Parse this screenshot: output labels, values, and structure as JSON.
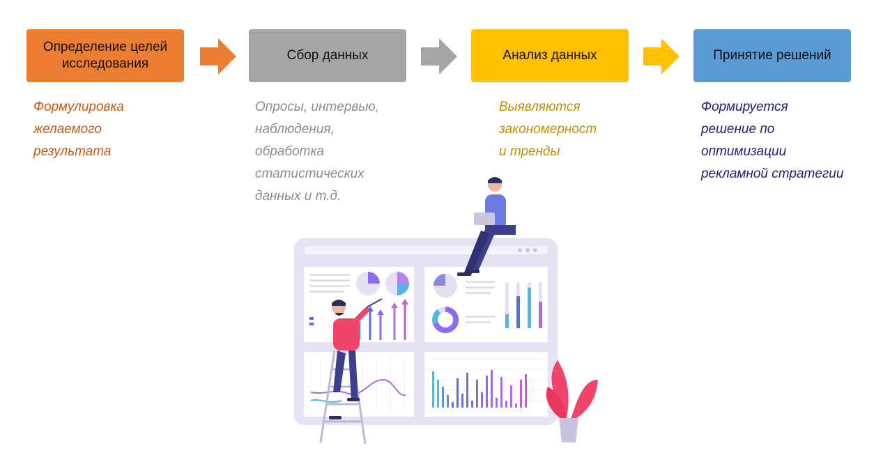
{
  "steps": [
    {
      "label": "Определение целей\nисследования",
      "color": "#ED7D31"
    },
    {
      "label": "Сбор данных",
      "color": "#A5A5A5"
    },
    {
      "label": "Анализ данных",
      "color": "#FFC000"
    },
    {
      "label": "Принятие решений",
      "color": "#5B9BD5"
    }
  ],
  "descriptions": [
    {
      "text": "Формулировка\nжелаемого\nрезультата",
      "color": "#C55A11"
    },
    {
      "text": "Опросы, интервью,\nнаблюдения,\nобработка\nстатистических\nданных и т.д.",
      "color": "#8C8C8C"
    },
    {
      "text": "Выявляются\nзакономерност\nи тренды",
      "color": "#BF9000"
    },
    {
      "text": "Формируется\nрешение по\nоптимизации\nрекламной стратегии",
      "color": "#1F1F7A"
    }
  ],
  "arrow_colors": [
    "#ED7D31",
    "#A5A5A5",
    "#FFC000"
  ],
  "illustration": {
    "icon": "data-analytics-dashboard-illustration"
  }
}
